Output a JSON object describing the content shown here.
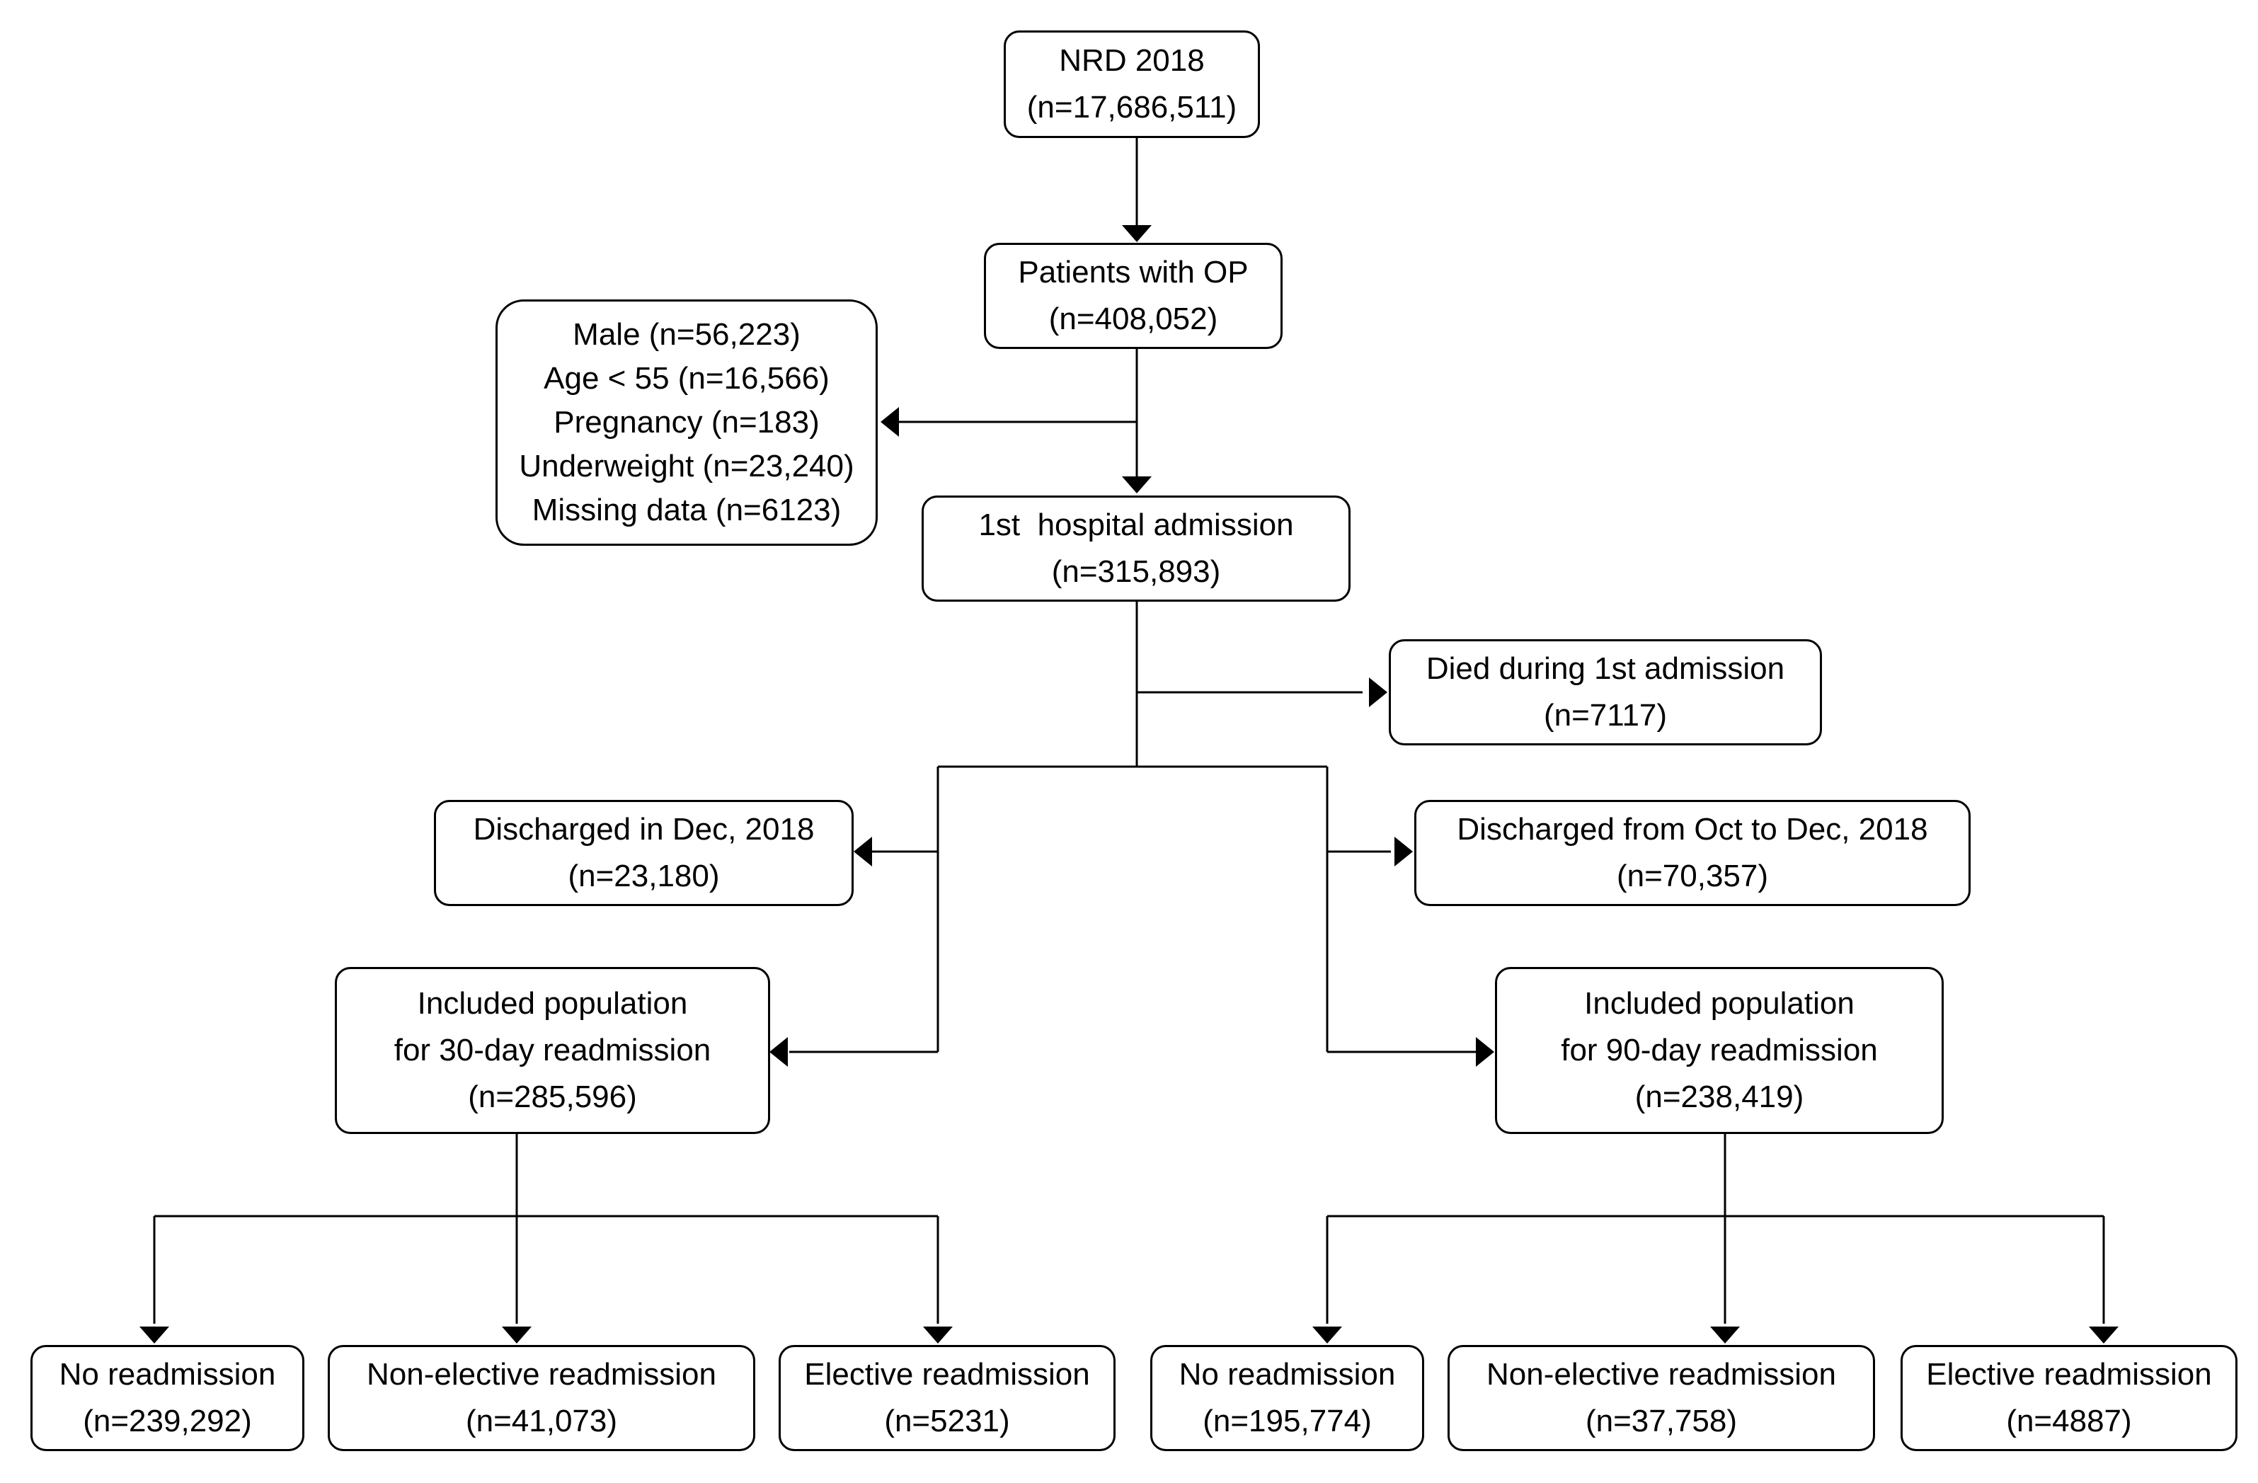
{
  "nodes": {
    "nrd": [
      "NRD 2018",
      "(n=17,686,511)"
    ],
    "op": [
      "Patients with OP",
      "(n=408,052)"
    ],
    "excluded": [
      "Male (n=56,223)",
      "Age < 55 (n=16,566)",
      "Pregnancy (n=183)",
      "Underweight (n=23,240)",
      "Missing data (n=6123)"
    ],
    "first_admission": [
      "1st  hospital admission",
      "(n=315,893)"
    ],
    "died": [
      "Died during 1st admission",
      "(n=7117)"
    ],
    "discharged_dec": [
      "Discharged in Dec, 2018",
      "(n=23,180)"
    ],
    "discharged_oct_dec": [
      "Discharged from Oct to Dec, 2018",
      "(n=70,357)"
    ],
    "included_30": [
      "Included population",
      "for 30-day readmission",
      "(n=285,596)"
    ],
    "included_90": [
      "Included population",
      "for 90-day readmission",
      "(n=238,419)"
    ],
    "no_readm_30": [
      "No readmission",
      "(n=239,292)"
    ],
    "nonelective_30": [
      "Non-elective readmission",
      "(n=41,073)"
    ],
    "elective_30": [
      "Elective readmission",
      "(n=5231)"
    ],
    "no_readm_90": [
      "No readmission",
      "(n=195,774)"
    ],
    "nonelective_90": [
      "Non-elective readmission",
      "(n=37,758)"
    ],
    "elective_90": [
      "Elective readmission",
      "(n=4887)"
    ]
  }
}
